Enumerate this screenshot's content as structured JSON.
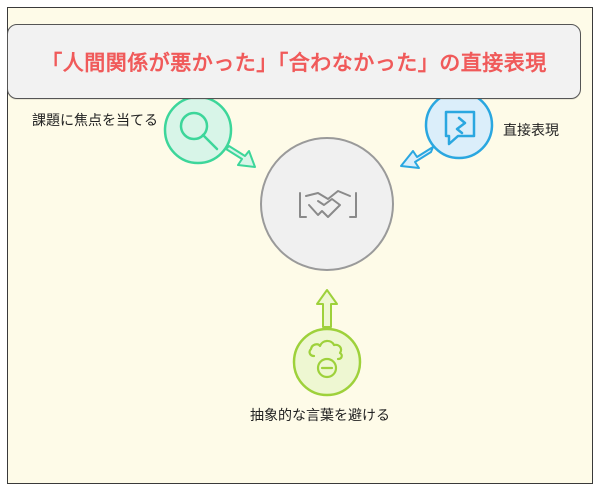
{
  "title": "「人間関係が悪かった」「合わなかった」の直接表現",
  "nodes": {
    "center": {
      "icon": "handshake-icon"
    },
    "focus": {
      "label": "課題に焦点を当てる",
      "icon": "magnifier-icon",
      "color": "#3dd69a"
    },
    "direct": {
      "label": "直接表現",
      "icon": "chat-bubble-icon",
      "color": "#2aa7e0"
    },
    "avoid": {
      "label": "抽象的な言葉を避ける",
      "icon": "cloud-minus-icon",
      "color": "#9ed13b"
    }
  },
  "colors": {
    "background": "#fefbe8",
    "title_text": "#f05a5a",
    "center_fill": "#f0f0f0",
    "center_stroke": "#9a9a9a"
  }
}
